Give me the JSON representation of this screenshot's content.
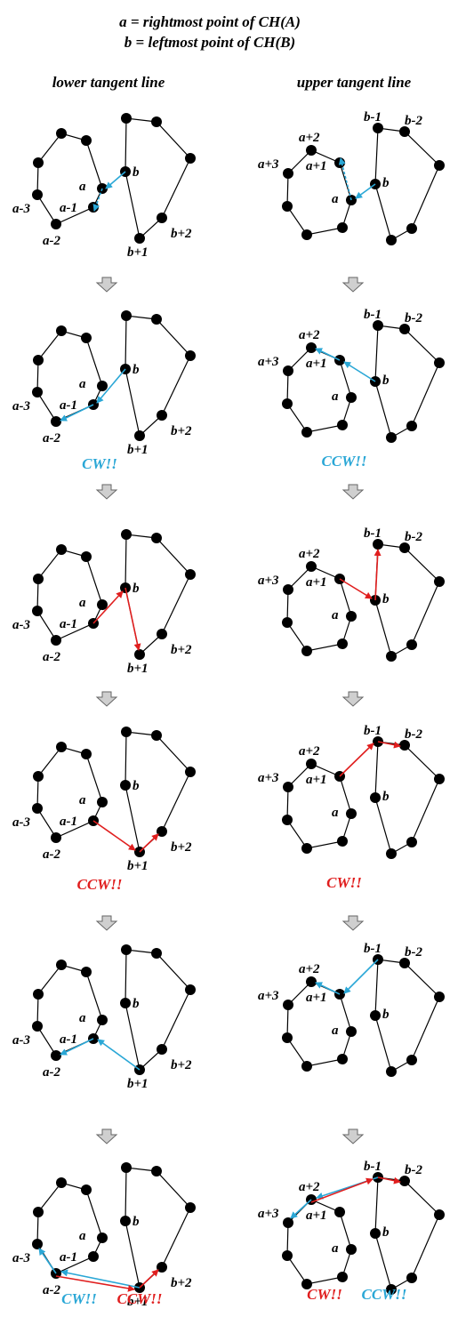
{
  "header": {
    "line1": "a = rightmost point of CH(A)",
    "line2": "b = leftmost point of CH(B)"
  },
  "columns": {
    "left_title": "lower tangent line",
    "right_title": "upper tangent line"
  },
  "colors": {
    "cyan": "#2aa7d6",
    "red": "#e01e1e",
    "stroke": "#000000"
  },
  "left_labels": {
    "a": "a",
    "a_minus_1": "a-1",
    "a_minus_2": "a-2",
    "a_minus_3": "a-3",
    "b": "b",
    "b_plus_1": "b+1",
    "b_plus_2": "b+2"
  },
  "right_labels": {
    "a": "a",
    "a_plus_1": "a+1",
    "a_plus_2": "a+2",
    "a_plus_3": "a+3",
    "b": "b",
    "b_minus_1": "b-1",
    "b_minus_2": "b-2"
  },
  "verdicts": {
    "row2_left": "CW!!",
    "row2_right": "CCW!!",
    "row4_left": "CCW!!",
    "row4_right": "CW!!",
    "row6_left_a": "CW!!",
    "row6_left_b": "CCW!!",
    "row6_right_a": "CW!!",
    "row6_right_b": "CCW!!"
  },
  "arrow_icon": "down-arrow-icon"
}
